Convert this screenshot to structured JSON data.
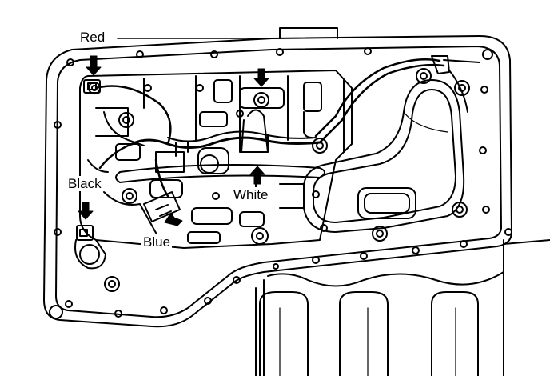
{
  "labels": {
    "red": "Red",
    "black": "Black",
    "white": "White",
    "blue": "Blue"
  },
  "colors": {
    "line": "#000000",
    "background": "#ffffff"
  }
}
